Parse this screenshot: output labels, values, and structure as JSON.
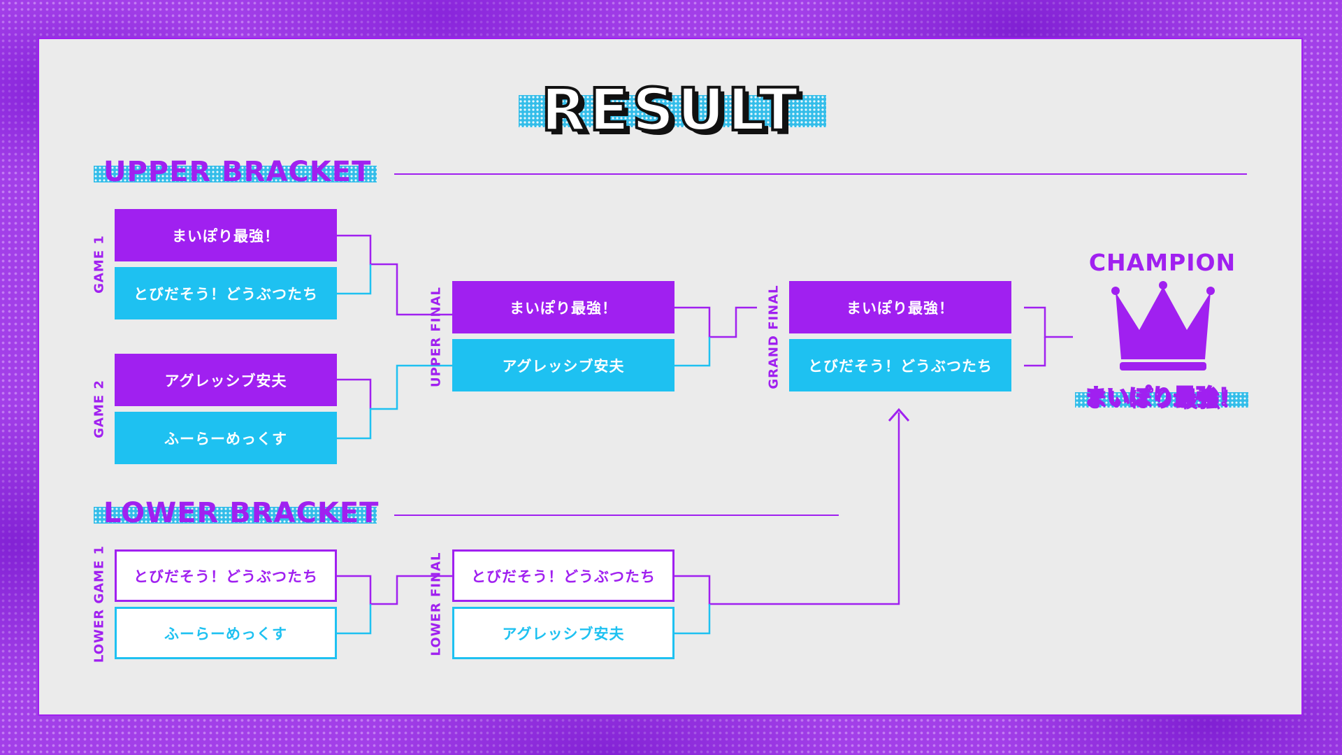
{
  "title": "RESULT",
  "sections": {
    "upper": "UPPER BRACKET",
    "lower": "LOWER BRACKET"
  },
  "rounds": {
    "game1": "GAME 1",
    "game2": "GAME 2",
    "upper_final": "UPPER FINAL",
    "grand_final": "GRAND FINAL",
    "lower_game1": "LOWER GAME 1",
    "lower_final": "LOWER FINAL"
  },
  "matches": {
    "game1": [
      "まいぽり最強！",
      "とびだそう！どうぶつたち"
    ],
    "game2": [
      "アグレッシブ安夫",
      "ふーらーめっくす"
    ],
    "upper_final": [
      "まいぽり最強！",
      "アグレッシブ安夫"
    ],
    "grand_final": [
      "まいぽり最強！",
      "とびだそう！どうぶつたち"
    ],
    "lower_game1": [
      "とびだそう！どうぶつたち",
      "ふーらーめっくす"
    ],
    "lower_final": [
      "とびだそう！どうぶつたち",
      "アグレッシブ安夫"
    ]
  },
  "champion": {
    "label": "CHAMPION",
    "name": "まいぽり最強！",
    "icon": "crown-icon"
  },
  "colors": {
    "purple": "#a020f0",
    "cyan": "#1ec1f1",
    "panel": "#ebebeb"
  }
}
